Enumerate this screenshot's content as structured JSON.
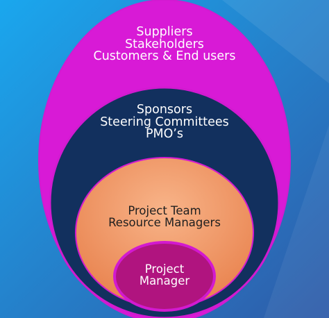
{
  "rings": {
    "outer": {
      "lines": [
        "Suppliers",
        "Stakeholders",
        "Customers & End users"
      ],
      "fill": "#d81ad6"
    },
    "middle": {
      "lines": [
        "Sponsors",
        "Steering Committees",
        "PMO’s"
      ],
      "fill": "#12305e"
    },
    "inner": {
      "lines": [
        "Project Team",
        "Resource Managers"
      ],
      "fill": "#f19a68"
    },
    "core": {
      "lines": [
        "Project",
        "Manager"
      ],
      "fill": "#b0147f"
    }
  },
  "background": {
    "top": "#1aa7ee",
    "bottom": "#2f5ba8"
  }
}
